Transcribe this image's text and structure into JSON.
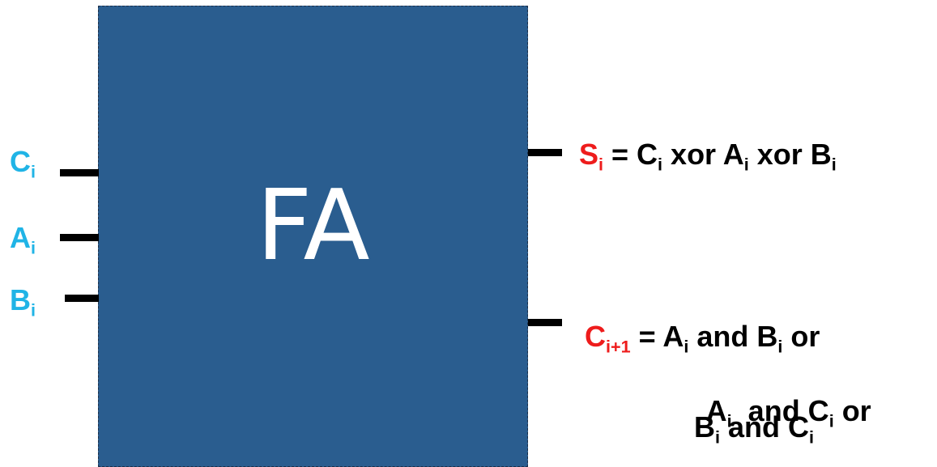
{
  "block": {
    "label": "FA",
    "fill": "#2a5d8f"
  },
  "inputs": [
    {
      "base": "C",
      "sub": "i"
    },
    {
      "base": "A",
      "sub": "i"
    },
    {
      "base": "B",
      "sub": "i"
    }
  ],
  "sum_output": {
    "base": "S",
    "sub": "i",
    "rhs": [
      {
        "text": " = C",
        "sub": "i"
      },
      {
        "text": " xor A",
        "sub": "i"
      },
      {
        "text": " xor B",
        "sub": "i"
      }
    ]
  },
  "carry_output": {
    "base": "C",
    "sub": "i+1",
    "line1": [
      {
        "text": " = A",
        "sub": "i"
      },
      {
        "text": " and B",
        "sub": "i"
      },
      {
        "text": " or",
        "sub": ""
      }
    ],
    "line2": [
      {
        "text": "A",
        "sub": "i"
      },
      {
        "text": "  and C",
        "sub": "i"
      },
      {
        "text": " or",
        "sub": ""
      }
    ],
    "line3": [
      {
        "text": "B",
        "sub": "i"
      },
      {
        "text": " and C",
        "sub": "i"
      }
    ]
  },
  "colors": {
    "input_label": "#20b4e6",
    "output_name": "#ee1c1c",
    "wire": "#000000"
  }
}
